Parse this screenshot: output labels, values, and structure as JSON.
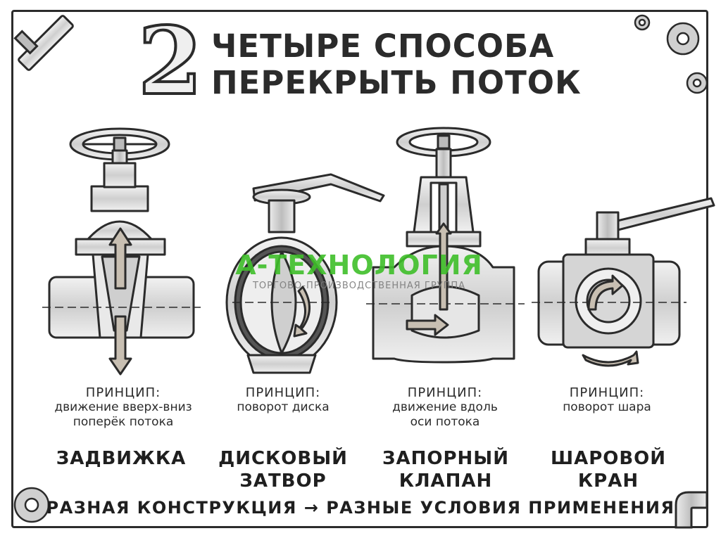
{
  "header": {
    "number": "2",
    "title_line1": "ЧЕТЫРЕ СПОСОБА",
    "title_line2": "ПЕРЕКРЫТЬ ПОТОК"
  },
  "valves": [
    {
      "principle_label": "ПРИНЦИП:",
      "principle_line1": "движение вверх-вниз",
      "principle_line2": "поперёк потока",
      "name_line1": "ЗАДВИЖКА",
      "name_line2": ""
    },
    {
      "principle_label": "ПРИНЦИП:",
      "principle_line1": "поворот диска",
      "principle_line2": "",
      "name_line1": "ДИСКОВЫЙ",
      "name_line2": "ЗАТВОР"
    },
    {
      "principle_label": "ПРИНЦИП:",
      "principle_line1": "движение вдоль",
      "principle_line2": "оси потока",
      "name_line1": "ЗАПОРНЫЙ",
      "name_line2": "КЛАПАН"
    },
    {
      "principle_label": "ПРИНЦИП:",
      "principle_line1": "поворот шара",
      "principle_line2": "",
      "name_line1": "ШАРОВОЙ",
      "name_line2": "КРАН"
    }
  ],
  "footer": {
    "left": "РАЗНАЯ КОНСТРУКЦИЯ",
    "arrow": "→",
    "right": "РАЗНЫЕ УСЛОВИЯ ПРИМЕНЕНИЯ"
  },
  "watermark": {
    "brand": "А-ТЕХНОЛОГИЯ",
    "subtitle": "ТОРГОВО-ПРОИЗВОДСТВЕННАЯ ГРУППА"
  },
  "colors": {
    "ink": "#2b2b2b",
    "metal": "#d9d9d9",
    "metal_dark": "#9a9a9a",
    "arrow": "#c8bfb2",
    "watermark_green": "#3fbf2a"
  },
  "icons": [
    "pipe-corner-icon",
    "gear-icon",
    "handwheel-icon",
    "lever-handle-icon",
    "rotate-arrow-icon",
    "up-down-arrow-icon",
    "flow-arrow-icon"
  ]
}
